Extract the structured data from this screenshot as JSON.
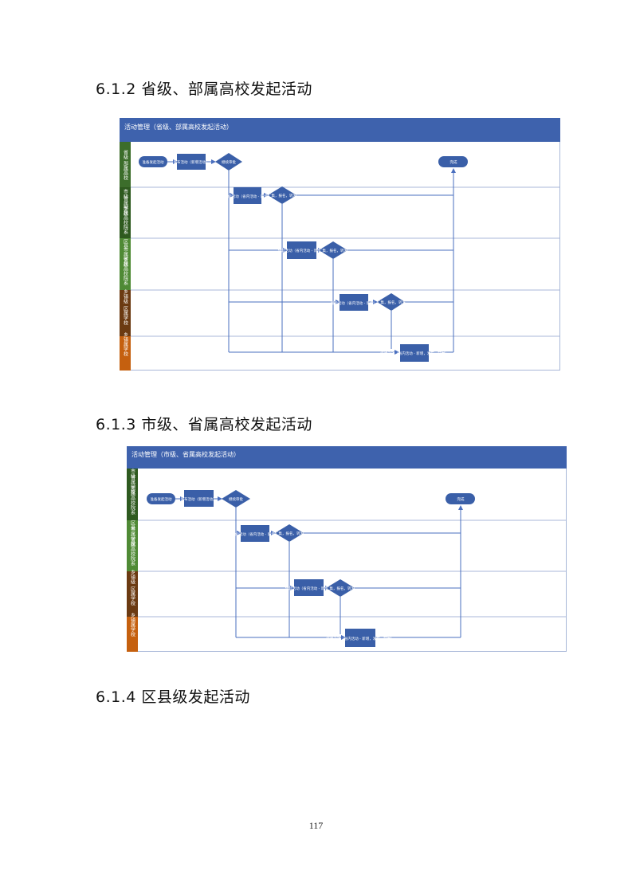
{
  "sections": [
    {
      "heading": "6.1.2 省级、部属高校发起活动",
      "diagram": {
        "title": "活动管理（省级、部属高校发起活动）",
        "lanes": [
          {
            "labels": [
              "省级",
              "部属高校"
            ],
            "color": "#3c6d2b"
          },
          {
            "labels": [
              "市级",
              "省属学校",
              "部属高校院系"
            ],
            "color": "#2e5a1f"
          },
          {
            "labels": [
              "区县",
              "市属学校",
              "省属高校院系"
            ],
            "color": "#4f8a35"
          },
          {
            "labels": [
              "乡镇级",
              "区属学校"
            ],
            "color": "#6b3a12"
          },
          {
            "labels": [
              "乡镇属学校"
            ],
            "color": "#c5600f"
          }
        ],
        "nodes": {
          "start": "准备发起活动",
          "publish": "发布活动（新增活动）",
          "judge": "继续审批",
          "end": "完成",
          "fill_1": "继续活动（省内活动 - 新增）",
          "review_1": "汇集，报名，转发",
          "fill_2": "继续活动（省内活动 - 新增）",
          "review_2": "汇集，报名，转发",
          "fill_3": "继续活动（省内活动 - 新增）",
          "review_3": "汇集，报名，转发",
          "fill_4": "继续活动（省内活动 - 新增，发布，转发）"
        }
      }
    },
    {
      "heading": "6.1.3 市级、省属高校发起活动",
      "diagram": {
        "title": "活动管理（市级、省属高校发起活动）",
        "lanes": [
          {
            "labels": [
              "市级",
              "省属学校",
              "部属高校院系"
            ],
            "color": "#2e5a1f"
          },
          {
            "labels": [
              "区县",
              "市属学校",
              "省属高校院系"
            ],
            "color": "#4f8a35"
          },
          {
            "labels": [
              "乡镇级",
              "区属学校"
            ],
            "color": "#6b3a12"
          },
          {
            "labels": [
              "乡镇属学校"
            ],
            "color": "#c5600f"
          }
        ],
        "nodes": {
          "start": "准备发起活动",
          "publish": "发布活动（新增活动）",
          "judge": "继续审批",
          "end": "完成",
          "fill_1": "继续活动（省内活动 - 新增）",
          "review_1": "汇集，报名，转发",
          "fill_2": "继续活动（省内活动 - 新增）",
          "review_2": "汇集，报名，转发",
          "fill_3": "继续活动（省内活动 - 新增，发布，转发）"
        }
      }
    },
    {
      "heading": "6.1.4 区县级发起活动"
    }
  ],
  "page_number": "117",
  "colors": {
    "header": "#3e62ad",
    "node": "#3a5fa8",
    "grid": "#a8b7d8",
    "arrow": "#4a6fbf"
  }
}
